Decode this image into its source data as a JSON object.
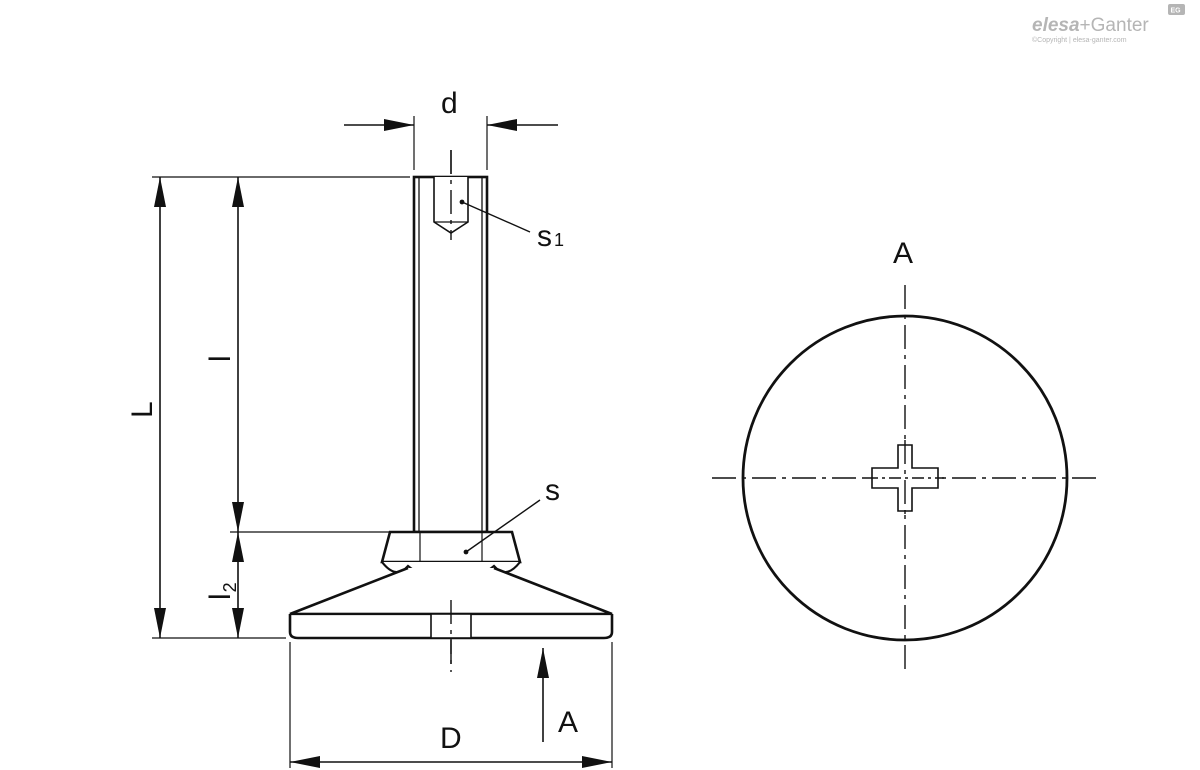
{
  "logo": {
    "brand_part1": "elesa",
    "brand_separator": "+",
    "brand_part2": "Ganter",
    "badge": "EG",
    "copyright": "©Copyright | elesa-ganter.com"
  },
  "dimensions": {
    "d": "d",
    "s1_main": "s",
    "s1_sub": "1",
    "L": "L",
    "l": "l",
    "l2_main": "l",
    "l2_sub": "2",
    "s": "s",
    "D": "D"
  },
  "views": {
    "arrow_label": "A",
    "top_view_label": "A"
  },
  "colors": {
    "line": "#111111",
    "logo": "#b5b5b5"
  }
}
